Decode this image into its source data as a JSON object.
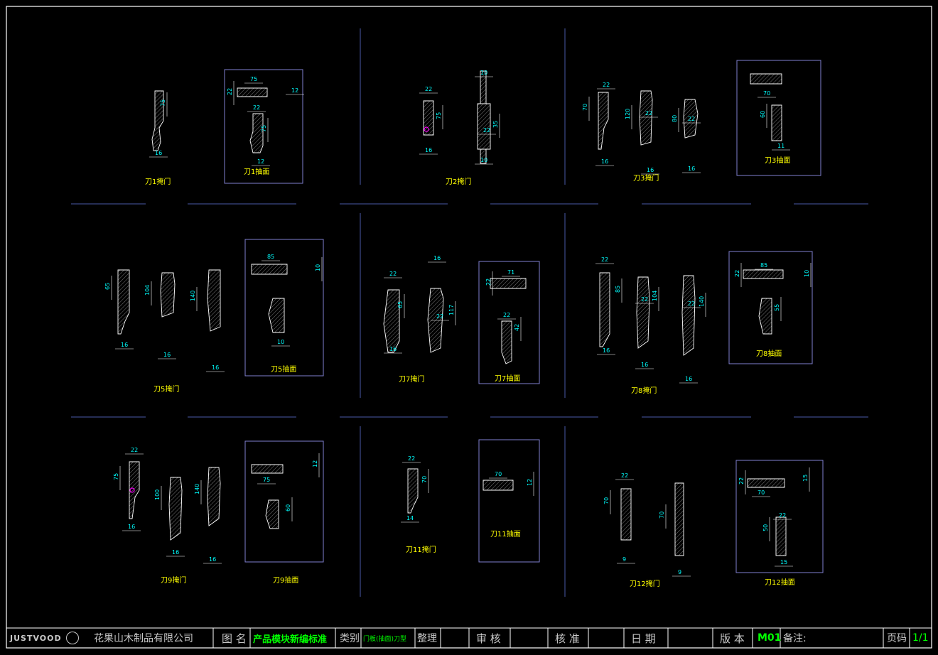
{
  "sections": [
    {
      "id": "s1",
      "profile_label": "刀1掩门",
      "section_label": "刀1抽面",
      "dims": [
        "75",
        "16",
        "75",
        "22",
        "12",
        "22",
        "75",
        "12"
      ]
    },
    {
      "id": "s2",
      "profile_label": "刀2掩门",
      "section_label": "",
      "dims": [
        "22",
        "75",
        "16",
        "10",
        "35",
        "22",
        "10"
      ]
    },
    {
      "id": "s3",
      "profile_label": "刀3掩门",
      "section_label": "刀3抽面",
      "dims": [
        "22",
        "70",
        "16",
        "120",
        "22",
        "16",
        "80",
        "22",
        "16",
        "70",
        "60",
        "11"
      ]
    },
    {
      "id": "s5",
      "profile_label": "刀5掩门",
      "section_label": "刀5抽面",
      "dims": [
        "65",
        "16",
        "104",
        "16",
        "140",
        "16",
        "85",
        "10",
        "10"
      ]
    },
    {
      "id": "s7",
      "profile_label": "刀7掩门",
      "section_label": "刀7抽面",
      "dims": [
        "22",
        "65",
        "16",
        "16",
        "22",
        "117",
        "71",
        "22",
        "22",
        "42"
      ]
    },
    {
      "id": "s8",
      "profile_label": "刀8掩门",
      "section_label": "刀8抽面",
      "dims": [
        "22",
        "85",
        "16",
        "22",
        "104",
        "16",
        "22",
        "140",
        "16",
        "85",
        "22",
        "10",
        "55"
      ]
    },
    {
      "id": "s9",
      "profile_label": "刀9掩门",
      "section_label": "刀9抽面",
      "dims": [
        "22",
        "75",
        "16",
        "100",
        "16",
        "140",
        "16",
        "12",
        "75",
        "60"
      ]
    },
    {
      "id": "s11",
      "profile_label": "刀11掩门",
      "section_label": "刀11抽面",
      "dims": [
        "22",
        "70",
        "14",
        "70",
        "12"
      ]
    },
    {
      "id": "s12",
      "profile_label": "刀12掩门",
      "section_label": "刀12抽面",
      "dims": [
        "22",
        "70",
        "9",
        "70",
        "9",
        "22",
        "15",
        "70",
        "22",
        "50",
        "15"
      ]
    }
  ],
  "title_block": {
    "logo": "JUSTVOOD",
    "company": "花果山木制品有限公司",
    "drawing_name_label": "图 名",
    "drawing_name": "产品模块新编标准",
    "category_label": "类别",
    "category": "门板(抽面)刀型",
    "arrange_label": "整理",
    "review_label": "审 核",
    "approve_label": "核 准",
    "date_label": "日 期",
    "version_label": "版 本",
    "version": "M01",
    "remark_label": "备注:",
    "page_label": "页码",
    "page": "1/1"
  },
  "colors": {
    "background": "#000000",
    "frame": "#ffffff",
    "grid": "#4a5aa8",
    "profile": "#ffffff",
    "dimension": "#00ffff",
    "label": "#ffff00",
    "accent": "#ff00ff",
    "highlight": "#00ff00"
  }
}
